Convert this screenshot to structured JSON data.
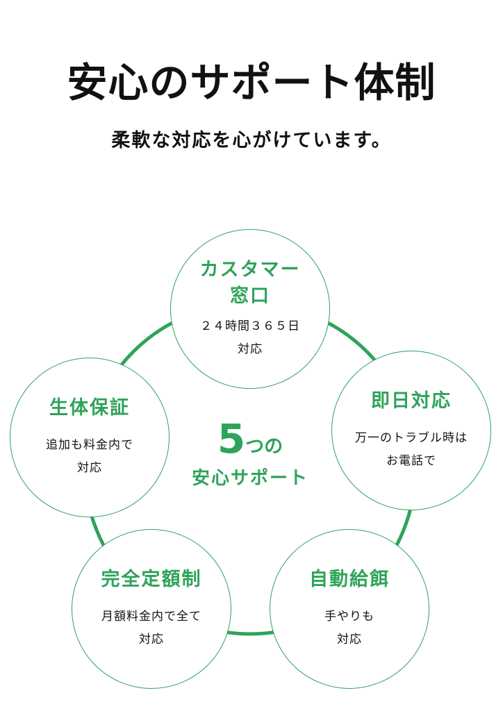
{
  "title": "安心のサポート体制",
  "subtitle": "柔軟な対応を心がけています。",
  "accent_color": "#2ea35a",
  "center": {
    "number": "5",
    "suffix": "つの",
    "label": "安心サポート"
  },
  "items": [
    {
      "head": "カスタマー\n窓口",
      "head1": "カスタマー",
      "head2": "窓口",
      "body1": "２４時間３６５日",
      "body2": "対応"
    },
    {
      "head1": "即日対応",
      "body1": "万一のトラブル時は",
      "body2": "お電話で"
    },
    {
      "head1": "自動給餌",
      "body1": "手やりも",
      "body2": "対応"
    },
    {
      "head1": "完全定額制",
      "body1": "月額料金内で全て",
      "body2": "対応"
    },
    {
      "head1": "生体保証",
      "body1": "追加も料金内で",
      "body2": "対応"
    }
  ]
}
